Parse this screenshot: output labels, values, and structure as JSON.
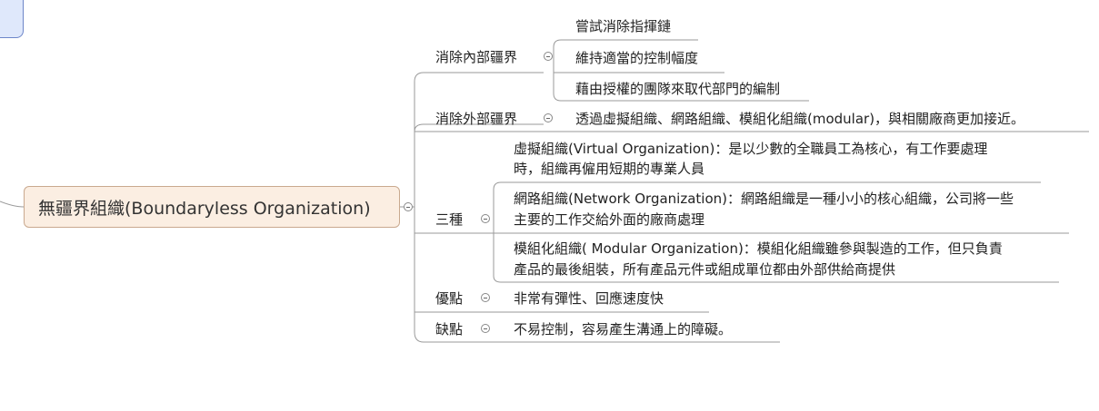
{
  "central": {
    "label": "無疆界組織(Boundaryless Organization)"
  },
  "branches": {
    "internal": {
      "label": "消除內部疆界",
      "children": [
        "嘗試消除指揮鏈",
        "維持適當的控制幅度",
        "藉由授權的團隊來取代部門的編制"
      ]
    },
    "external": {
      "label": "消除外部疆界",
      "children": [
        "透過虛擬組織、網路組織、模組化組織(modular)，與相關廠商更加接近。"
      ]
    },
    "types": {
      "label": "三種",
      "children": [
        {
          "line1": "虛擬組織(Virtual Organization)：是以少數的全職員工為核心，有工作要處理",
          "line2": "時，組織再僱用短期的專業人員"
        },
        {
          "line1": "網路組織(Network Organization)：網路組織是一種小小的核心組織，公司將一些",
          "line2": "主要的工作交給外面的廠商處理"
        },
        {
          "line1": "模組化組織( Modular Organization)：模組化組織雖參與製造的工作，但只負責",
          "line2": "產品的最後組裝，所有產品元件或組成單位都由外部供給商提供"
        }
      ]
    },
    "pros": {
      "label": "優點",
      "children": [
        "非常有彈性、回應速度快"
      ]
    },
    "cons": {
      "label": "缺點",
      "children": [
        "不易控制，容易產生溝通上的障礙。"
      ]
    }
  }
}
